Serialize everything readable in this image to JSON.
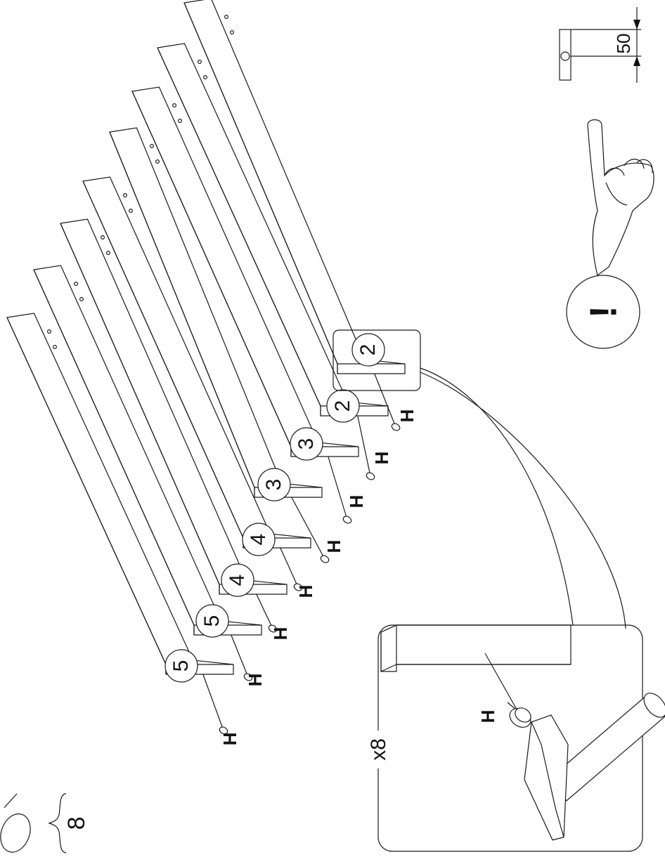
{
  "boards": [
    {
      "number": "5",
      "part": "H"
    },
    {
      "number": "5",
      "part": "H"
    },
    {
      "number": "4",
      "part": "H"
    },
    {
      "number": "4",
      "part": "H"
    },
    {
      "number": "3",
      "part": "H"
    },
    {
      "number": "3",
      "part": "H"
    },
    {
      "number": "2",
      "part": "H"
    },
    {
      "number": "2",
      "part": "H"
    }
  ],
  "detail": {
    "part": "H",
    "quantity": "x8"
  },
  "dimension": {
    "value": "50"
  },
  "warning": {
    "symbol": "!"
  },
  "hardware_note": {
    "quantity": "8"
  }
}
